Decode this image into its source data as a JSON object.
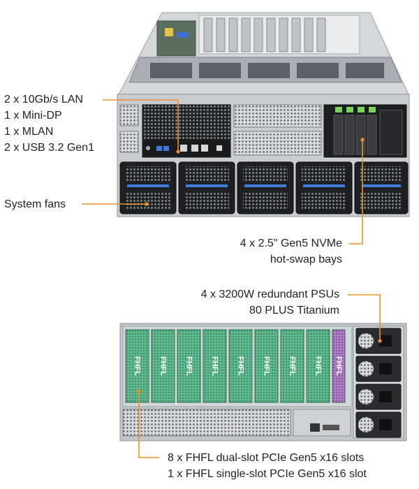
{
  "callouts": {
    "rear_io": {
      "lines": [
        "2 x 10Gb/s LAN",
        "1 x Mini-DP",
        "1 x MLAN",
        "2 x USB 3.2 Gen1"
      ]
    },
    "fans": {
      "line": "System fans"
    },
    "nvme": {
      "lines": [
        "4 x 2.5\" Gen5 NVMe",
        "hot-swap bays"
      ]
    },
    "psu": {
      "line": "4 x 3200W redundant PSUs",
      "sub": "80 PLUS Titanium"
    },
    "pcie": {
      "lines": [
        "8 x FHFL dual-slot PCIe Gen5 x16 slots",
        "1 x FHFL single-slot PCIe Gen5 x16 slot"
      ]
    }
  },
  "rear_view": {
    "slot_labels": [
      "FHFL",
      "FHFL",
      "FHFL",
      "FHFL",
      "FHFL",
      "FHFL",
      "FHFL",
      "FHFL",
      "FHFL"
    ]
  },
  "colors": {
    "leader": "#e8912d",
    "chassis": "#c9ccd0",
    "chassis_dark": "#2b2d30",
    "pcie_green": "#5fb98f",
    "pcie_purple": "#b07cc6",
    "drive_green": "#7bd35a"
  }
}
